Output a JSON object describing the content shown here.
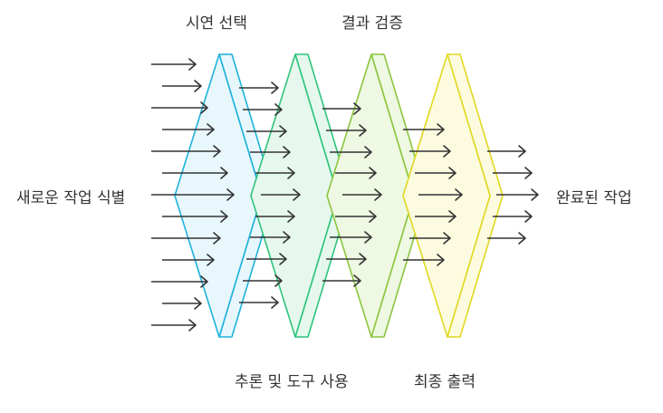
{
  "input_label": "새로운 작업 식별",
  "output_label": "완료된 작업",
  "stages": [
    {
      "label": "시연 선택",
      "fill": "#e8f7fc",
      "stroke": "#1fb2dc"
    },
    {
      "label": "추론 및 도구 사용",
      "fill": "#e6f8ee",
      "stroke": "#2fc47a"
    },
    {
      "label": "결과 검증",
      "fill": "#eef8e2",
      "stroke": "#8cc63f"
    },
    {
      "label": "최종 출력",
      "fill": "#fdfbdf",
      "stroke": "#e0d821"
    }
  ],
  "arrow_color": "#333333"
}
